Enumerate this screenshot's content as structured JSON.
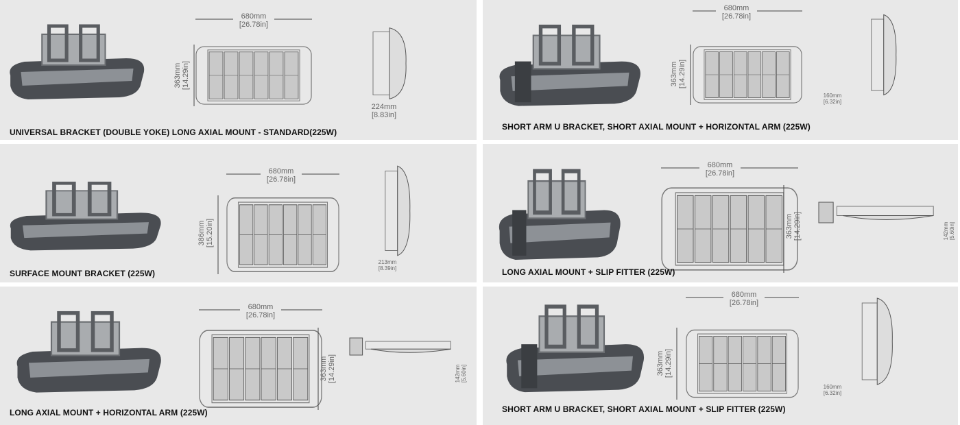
{
  "panels": [
    {
      "caption": "UNIVERSAL BRACKET (DOUBLE YOKE) LONG AXIAL MOUNT - STANDARD(225W)",
      "width_mm": "680mm",
      "width_in": "[26.78in]",
      "height_mm": "363mm",
      "height_in": "[14.29in]",
      "side_mm": "224mm",
      "side_in": "[8.83in]"
    },
    {
      "caption": "SHORT ARM U BRACKET, SHORT AXIAL MOUNT + HORIZONTAL ARM (225W)",
      "width_mm": "680mm",
      "width_in": "[26.78in]",
      "height_mm": "363mm",
      "height_in": "[14.29in]",
      "side_mm": "160mm",
      "side_in": "[6.32in]"
    },
    {
      "caption": "SURFACE MOUNT BRACKET (225W)",
      "width_mm": "680mm",
      "width_in": "[26.78in]",
      "height_mm": "386mm",
      "height_in": "[15.20in]",
      "side_mm": "213mm",
      "side_in": "[8.39in]"
    },
    {
      "caption": "LONG AXIAL MOUNT + SLIP FITTER (225W)",
      "width_mm": "680mm",
      "width_in": "[26.78in]",
      "height_mm": "363mm",
      "height_in": "[14.29in]",
      "side_mm": "142mm",
      "side_in": "[5.60in]"
    },
    {
      "caption": "LONG AXIAL MOUNT + HORIZONTAL ARM (225W)",
      "width_mm": "680mm",
      "width_in": "[26.78in]",
      "height_mm": "363mm",
      "height_in": "[14.29in]",
      "side_mm": "142mm",
      "side_in": "[5.60in]"
    },
    {
      "caption": "SHORT ARM U BRACKET, SHORT AXIAL MOUNT + SLIP FITTER (225W)",
      "width_mm": "680mm",
      "width_in": "[26.78in]",
      "height_mm": "363mm",
      "height_in": "[14.29in]",
      "side_mm": "160mm",
      "side_in": "[6.32in]"
    }
  ],
  "colors": {
    "panel_bg": "#e8e8e8",
    "line": "#777777",
    "housing": "#4a4d52",
    "bracket": "#a9acaf"
  }
}
